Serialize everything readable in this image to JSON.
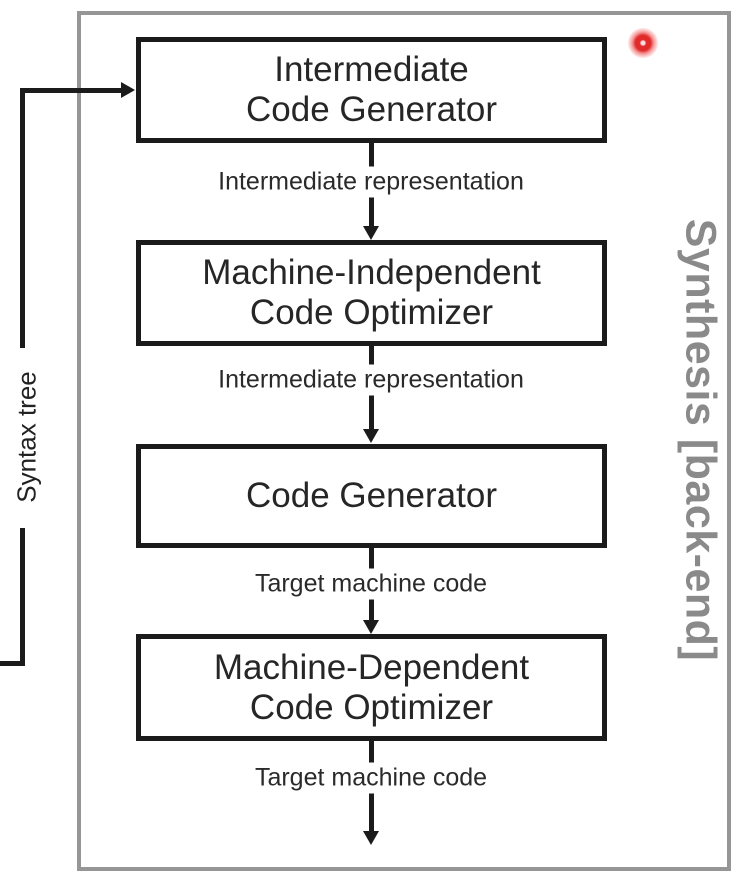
{
  "diagram": {
    "title_right": "Synthesis [back-end]",
    "input_label": "Syntax tree",
    "nodes": [
      {
        "line1": "Intermediate",
        "line2": "Code Generator"
      },
      {
        "line1": "Machine-Independent",
        "line2": "Code Optimizer"
      },
      {
        "line1": "Code Generator",
        "line2": ""
      },
      {
        "line1": "Machine-Dependent",
        "line2": "Code Optimizer"
      }
    ],
    "edge_labels": [
      "Intermediate representation",
      "Intermediate representation",
      "Target machine code",
      "Target machine code"
    ],
    "icons": {
      "record_dot": "red-record-dot",
      "down_arrowheads": "down-arrowhead",
      "input_arrowhead": "right-arrowhead"
    },
    "colors": {
      "line_black": "#1b1b1b",
      "frame_gray": "#969696",
      "side_label_gray": "#8a8a8a",
      "record_dot_red": "#e12a2a",
      "background": "#ffffff"
    }
  }
}
